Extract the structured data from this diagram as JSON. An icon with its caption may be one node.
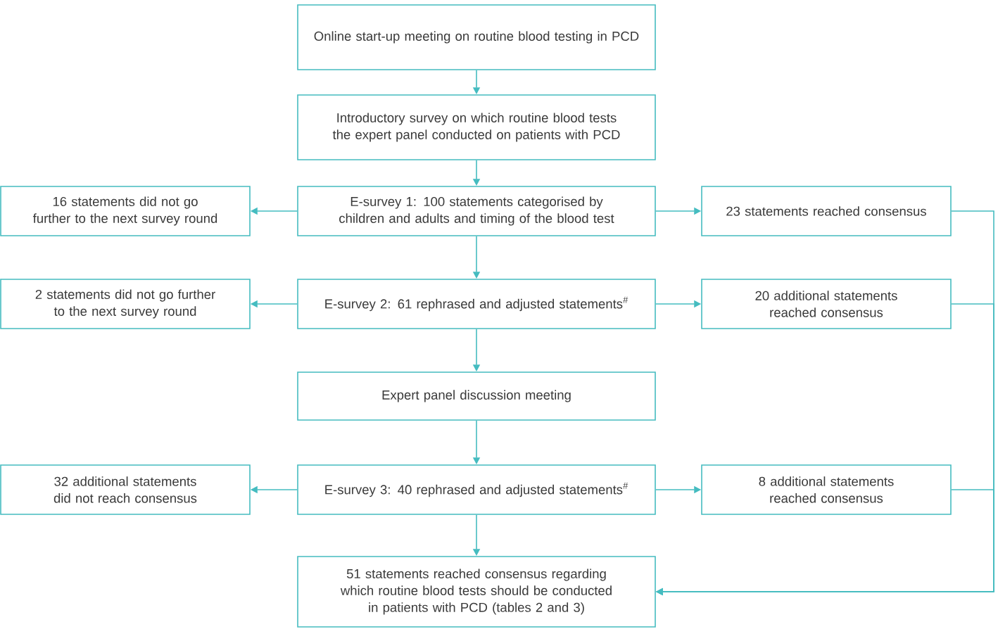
{
  "diagram": {
    "nodes": [
      {
        "text": [
          "Online start-up meeting on routine blood testing in PCD"
        ]
      },
      {
        "text": [
          "Introductory survey on which routine blood tests the expert panel conducted on patients with PCD"
        ]
      },
      {
        "text": [
          "E-survey 1: 100 statements categorised by children and adults and timing of the blood test"
        ]
      },
      {
        "text": [
          "16 statements did not go further to the next survey round"
        ]
      },
      {
        "text": [
          "23 statements reached consensus"
        ]
      },
      {
        "text": [
          "E-survey 2: 61 rephrased and adjusted statements$^{#}$"
        ]
      },
      {
        "text": [
          "2 statements did not go further to the next survey round"
        ]
      },
      {
        "text": [
          "20 additional statements reached consensus"
        ]
      },
      {
        "text": [
          "Expert panel discussion meeting"
        ]
      },
      {
        "text": [
          "E-survey 3: 40 rephrased and adjusted statements$^{#}$"
        ]
      },
      {
        "text": [
          "32 additional statements did not reach consensus"
        ]
      },
      {
        "text": [
          "8 additional statements reached consensus"
        ]
      },
      {
        "text": [
          "51 statements reached consensus regarding which routine blood tests should be conducted in patients with PCD (tables 2 and 3)"
        ]
      }
    ],
    "edges": [
      {
        "from": 0,
        "to": 1,
        "arrow": "to"
      },
      {
        "from": 1,
        "to": 2,
        "arrow": "to"
      },
      {
        "from": 2,
        "to": 3,
        "arrow": "to"
      },
      {
        "from": 2,
        "to": 4,
        "arrow": "to"
      },
      {
        "from": 2,
        "to": 5,
        "arrow": "to"
      },
      {
        "from": 5,
        "to": 6,
        "arrow": "to"
      },
      {
        "from": 5,
        "to": 7,
        "arrow": "to"
      },
      {
        "from": 5,
        "to": 8,
        "arrow": "to"
      },
      {
        "from": 8,
        "to": 9,
        "arrow": "to"
      },
      {
        "from": 9,
        "to": 10,
        "arrow": "to"
      },
      {
        "from": 9,
        "to": 11,
        "arrow": "to"
      },
      {
        "from": 9,
        "to": 12,
        "arrow": "to"
      },
      {
        "from": 4,
        "to": 12,
        "arrow": "to"
      },
      {
        "from": 7,
        "to": 12,
        "arrow": "to"
      },
      {
        "from": 11,
        "to": 12,
        "arrow": "to"
      }
    ]
  }
}
